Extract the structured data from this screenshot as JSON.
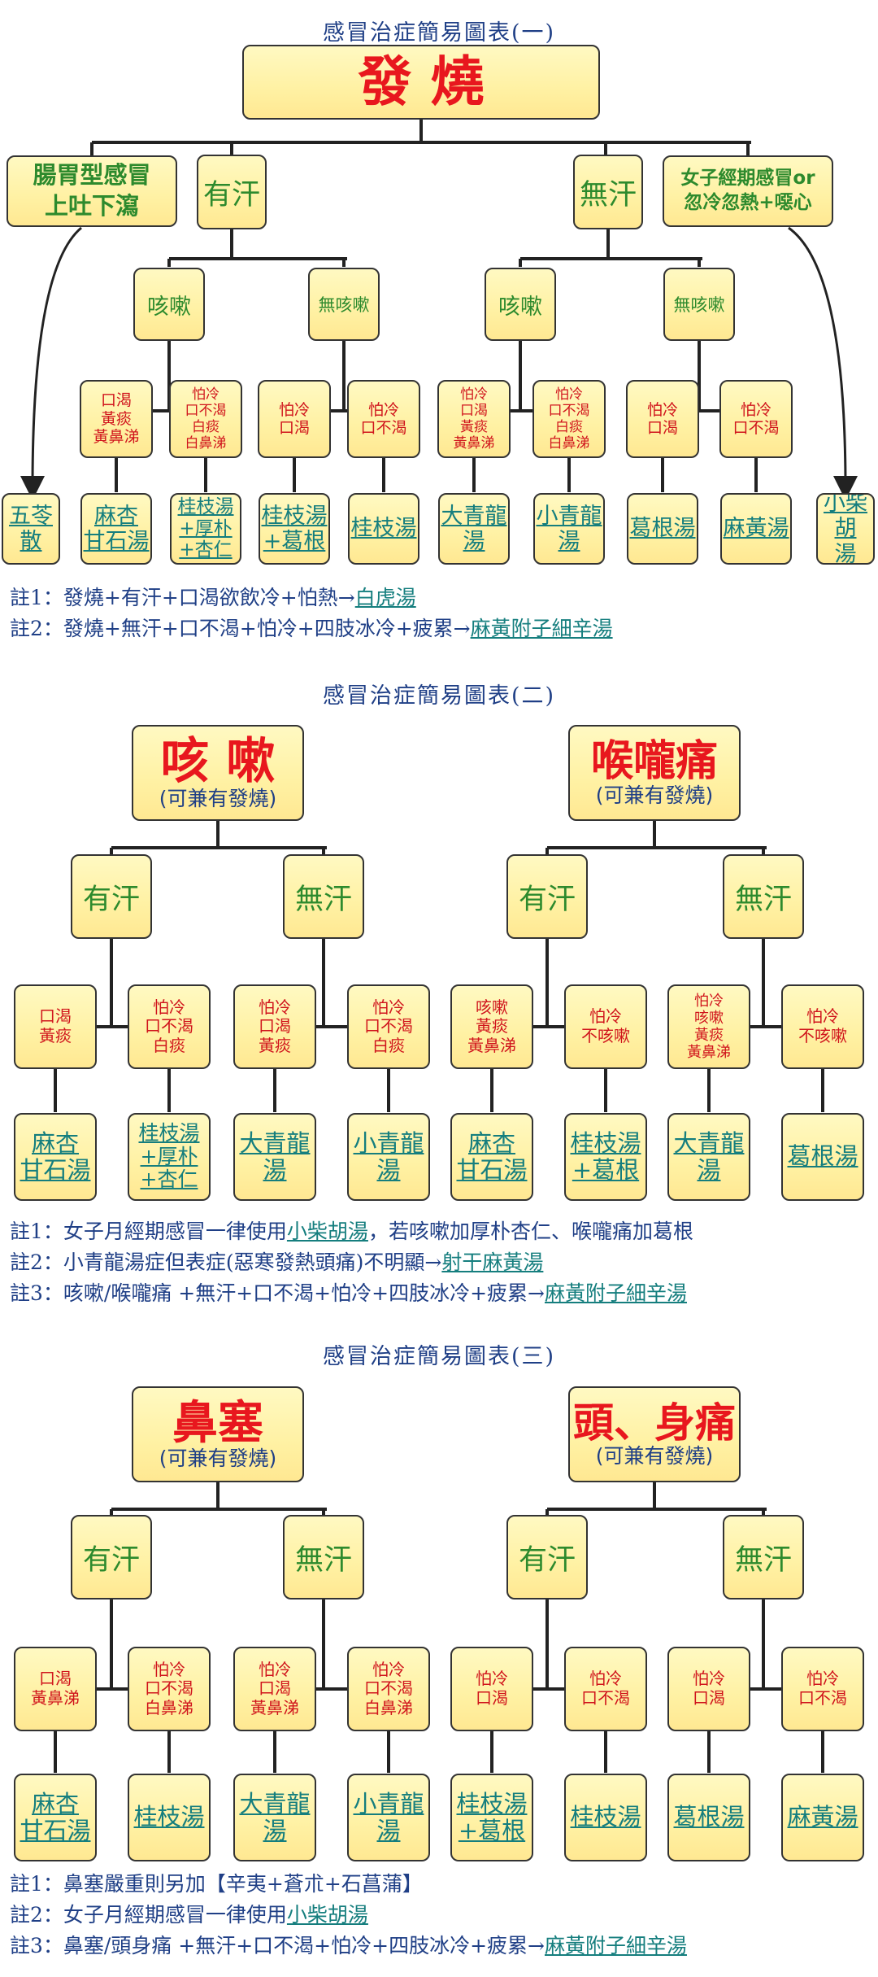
{
  "chart1": {
    "title": "感冒治症簡易圖表(一)",
    "root": "發 燒",
    "branch_gi": [
      "腸胃型感冒",
      "上吐下瀉"
    ],
    "branch_sweat": "有汗",
    "branch_nosweat": "無汗",
    "branch_female": [
      "女子經期感冒or",
      "忽冷忽熱+噁心"
    ],
    "cough": "咳嗽",
    "no_cough": "無咳嗽",
    "symptoms": [
      [
        "口渴",
        "黃痰",
        "黃鼻涕"
      ],
      [
        "怕冷",
        "口不渴",
        "白痰",
        "白鼻涕"
      ],
      [
        "怕冷",
        "口渴"
      ],
      [
        "怕冷",
        "口不渴"
      ],
      [
        "怕冷",
        "口渴",
        "黃痰",
        "黃鼻涕"
      ],
      [
        "怕冷",
        "口不渴",
        "白痰",
        "白鼻涕"
      ],
      [
        "怕冷",
        "口渴"
      ],
      [
        "怕冷",
        "口不渴"
      ]
    ],
    "remedies": [
      [
        "五苓散"
      ],
      [
        "麻杏",
        "甘石湯"
      ],
      [
        "桂枝湯",
        "+厚朴",
        "+杏仁"
      ],
      [
        "桂枝湯",
        "+葛根"
      ],
      [
        "桂枝湯"
      ],
      [
        "大青龍",
        "湯"
      ],
      [
        "小青龍",
        "湯"
      ],
      [
        "葛根湯"
      ],
      [
        "麻黃湯"
      ],
      [
        "小柴胡",
        "湯"
      ]
    ],
    "notes": [
      {
        "text": "註1：發燒+有汗+口渴欲飲冷+怕熱→",
        "link": "白虎湯"
      },
      {
        "text": "註2：發燒+無汗+口不渴+怕冷+四肢冰冷+疲累→",
        "link": "麻黃附子細辛湯"
      }
    ]
  },
  "chart2": {
    "title": "感冒治症簡易圖表(二)",
    "roots": [
      {
        "label": "咳 嗽",
        "sub": "(可兼有發燒)"
      },
      {
        "label": "喉嚨痛",
        "sub": "(可兼有發燒)"
      }
    ],
    "sweat": "有汗",
    "nosweat": "無汗",
    "symptoms": [
      [
        "口渴",
        "黃痰"
      ],
      [
        "怕冷",
        "口不渴",
        "白痰"
      ],
      [
        "怕冷",
        "口渴",
        "黃痰"
      ],
      [
        "怕冷",
        "口不渴",
        "白痰"
      ],
      [
        "咳嗽",
        "黃痰",
        "黃鼻涕"
      ],
      [
        "怕冷",
        "不咳嗽"
      ],
      [
        "怕冷",
        "咳嗽",
        "黃痰",
        "黃鼻涕"
      ],
      [
        "怕冷",
        "不咳嗽"
      ]
    ],
    "remedies": [
      [
        "麻杏",
        "甘石湯"
      ],
      [
        "桂枝湯",
        "+厚朴",
        "+杏仁"
      ],
      [
        "大青龍",
        "湯"
      ],
      [
        "小青龍",
        "湯"
      ],
      [
        "麻杏",
        "甘石湯"
      ],
      [
        "桂枝湯",
        "+葛根"
      ],
      [
        "大青龍",
        "湯"
      ],
      [
        "葛根湯"
      ]
    ],
    "notes": [
      {
        "text": "註1：女子月經期感冒一律使用",
        "link": "小柴胡湯",
        "after": "，若咳嗽加厚朴杏仁、喉嚨痛加葛根"
      },
      {
        "text": "註2：小青龍湯症但表症(惡寒發熱頭痛)不明顯→",
        "link": "射干麻黃湯"
      },
      {
        "text": "註3：咳嗽/喉嚨痛 +無汗+口不渴+怕冷+四肢冰冷+疲累→",
        "link": "麻黃附子細辛湯"
      }
    ]
  },
  "chart3": {
    "title": "感冒治症簡易圖表(三)",
    "roots": [
      {
        "label": "鼻塞",
        "sub": "(可兼有發燒)"
      },
      {
        "label": "頭、身痛",
        "sub": "(可兼有發燒)"
      }
    ],
    "sweat": "有汗",
    "nosweat": "無汗",
    "symptoms": [
      [
        "口渴",
        "黃鼻涕"
      ],
      [
        "怕冷",
        "口不渴",
        "白鼻涕"
      ],
      [
        "怕冷",
        "口渴",
        "黃鼻涕"
      ],
      [
        "怕冷",
        "口不渴",
        "白鼻涕"
      ],
      [
        "怕冷",
        "口渴"
      ],
      [
        "怕冷",
        "口不渴"
      ],
      [
        "怕冷",
        "口渴"
      ],
      [
        "怕冷",
        "口不渴"
      ]
    ],
    "remedies": [
      [
        "麻杏",
        "甘石湯"
      ],
      [
        "桂枝湯"
      ],
      [
        "大青龍",
        "湯"
      ],
      [
        "小青龍",
        "湯"
      ],
      [
        "桂枝湯",
        "+葛根"
      ],
      [
        "桂枝湯"
      ],
      [
        "葛根湯"
      ],
      [
        "麻黃湯"
      ]
    ],
    "notes": [
      {
        "text": "註1：鼻塞嚴重則另加【辛夷+蒼朮+石菖蒲】"
      },
      {
        "text": "註2：女子月經期感冒一律使用",
        "link": "小柴胡湯"
      },
      {
        "text": "註3：鼻塞/頭身痛 +無汗+口不渴+怕冷+四肢冰冷+疲累→",
        "link": "麻黃附子細辛湯"
      }
    ]
  }
}
